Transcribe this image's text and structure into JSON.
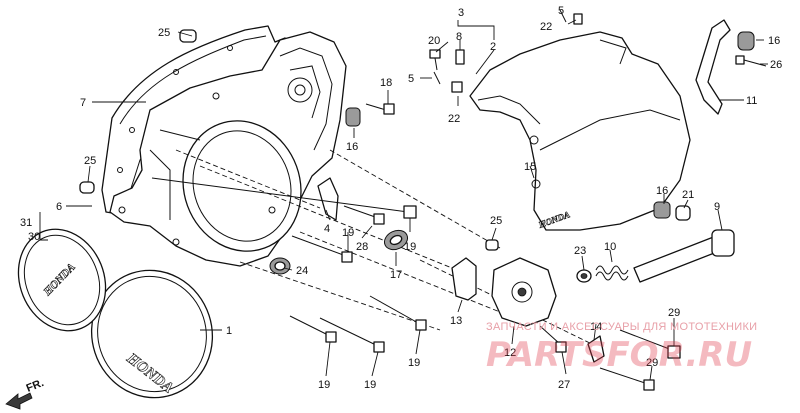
{
  "callouts": {
    "c1": "1",
    "c2": "2",
    "c3": "3",
    "c4": "4",
    "c5a": "5",
    "c5b": "5",
    "c6": "6",
    "c7": "7",
    "c8": "8",
    "c9": "9",
    "c10": "10",
    "c11": "11",
    "c12": "12",
    "c13": "13",
    "c14": "14",
    "c15": "15",
    "c16a": "16",
    "c16b": "16",
    "c16c": "16",
    "c17": "17",
    "c18": "18",
    "c19a": "19",
    "c19b": "19",
    "c19c": "19",
    "c19d": "19",
    "c19e": "19",
    "c20": "20",
    "c21": "21",
    "c22a": "22",
    "c22b": "22",
    "c23": "23",
    "c24": "24",
    "c25a": "25",
    "c25b": "25",
    "c25c": "25",
    "c26": "26",
    "c27": "27",
    "c28": "28",
    "c29a": "29",
    "c29b": "29",
    "c30": "30",
    "c31": "31"
  },
  "direction_label": "FR.",
  "cover_brand_1": "HONDA",
  "cover_brand_2": "HONDA",
  "cover_brand_3": "HONDA",
  "watermark_text": "ЗАПЧАСТИ И АКСЕССУАРЫ ДЛЯ МОТОТЕХНИКИ",
  "watermark_logo": "PARTSFOR.RU"
}
